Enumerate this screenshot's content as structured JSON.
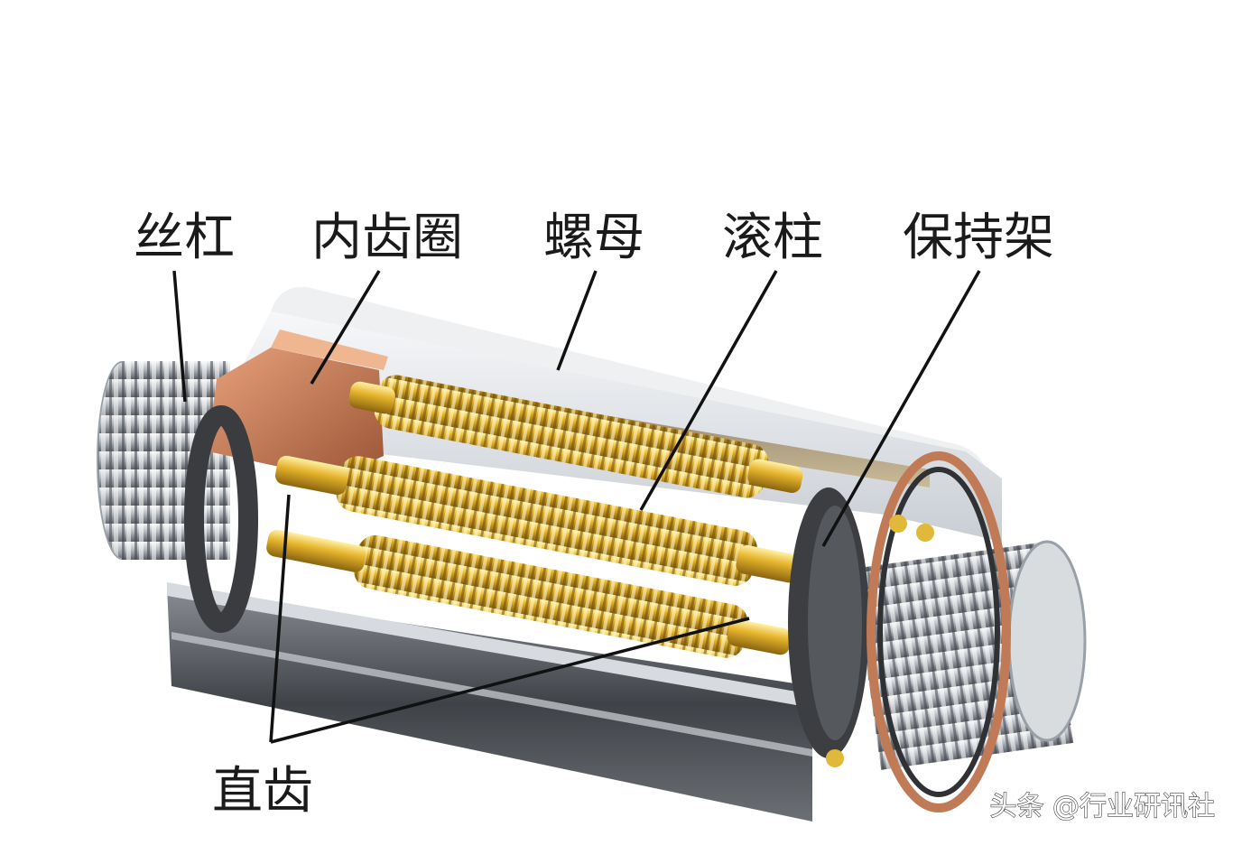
{
  "labels": {
    "screw": "丝杠",
    "ring_gear": "内齿圈",
    "nut": "螺母",
    "roller": "滚柱",
    "cage": "保持架",
    "spur_gear": "直齿"
  },
  "watermark": "头条 @行业研讯社",
  "colors": {
    "background": "#ffffff",
    "label_text": "#1a1a1a",
    "nut_shell": "#cfd3d8",
    "nut_shell_dark": "#4a4d52",
    "copper": "#c07a55",
    "gold": "#d9a928",
    "steel": "#b9bec4"
  }
}
